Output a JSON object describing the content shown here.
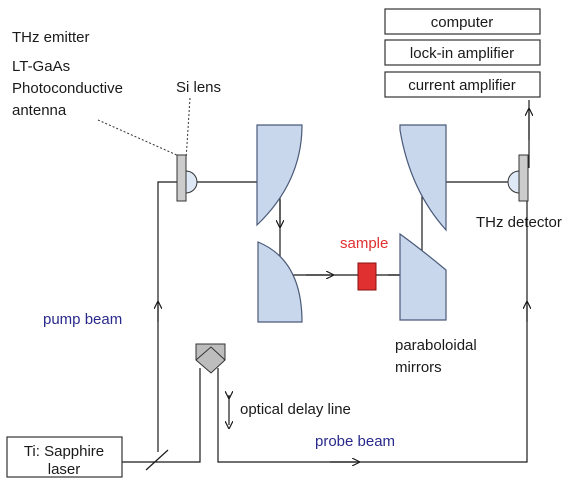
{
  "labels": {
    "thz_emitter": "THz emitter",
    "antenna_line1": "LT-GaAs",
    "antenna_line2": "Photoconductive",
    "antenna_line3": "antenna",
    "si_lens": "Si lens",
    "sample": "sample",
    "thz_detector": "THz detector",
    "pump_beam": "pump beam",
    "paraboloidal_line1": "paraboloidal",
    "paraboloidal_line2": "mirrors",
    "optical_delay_line": "optical delay line",
    "probe_beam": "probe beam",
    "laser_line1": "Ti: Sapphire",
    "laser_line2": "laser"
  },
  "instruments": [
    "computer",
    "lock-in amplifier",
    "current amplifier"
  ],
  "colors": {
    "beam_label": "#2a2a8c",
    "sample": "#e03030",
    "mirror": "#c9d7ec"
  }
}
